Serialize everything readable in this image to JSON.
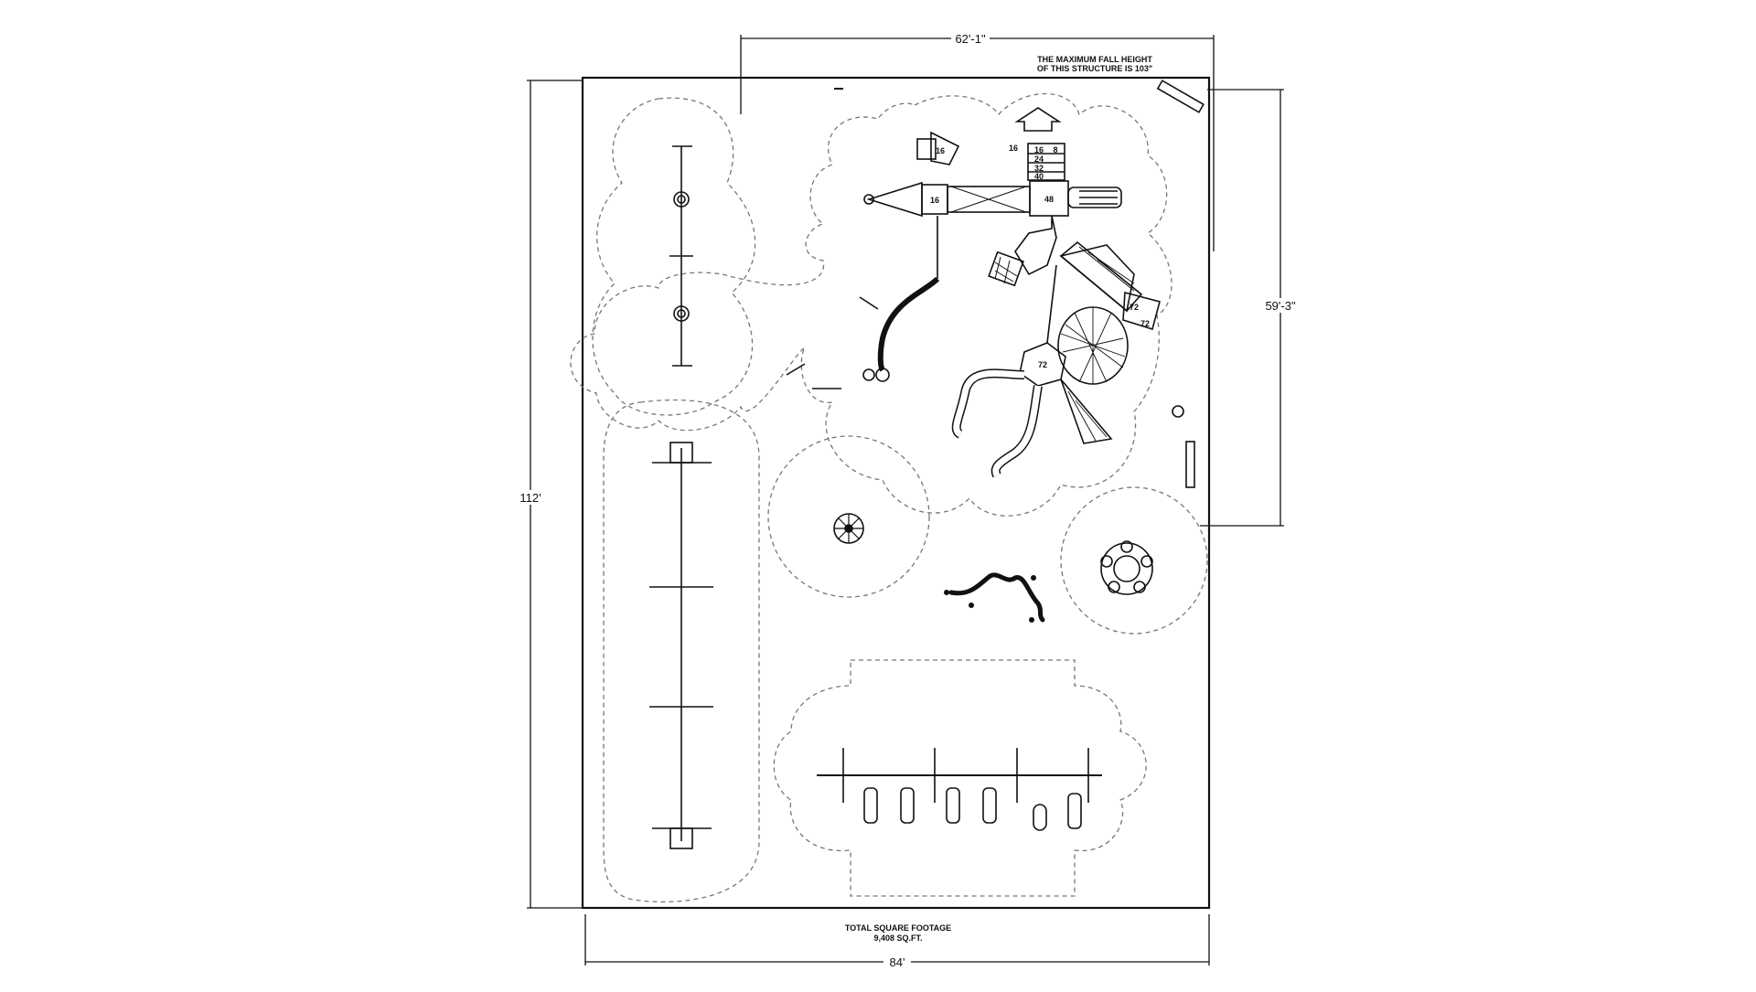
{
  "drawing": {
    "dimensions": {
      "top_width": "62'-1\"",
      "right_height": "59'-3\"",
      "left_height": "112'",
      "bottom_width": "84'"
    },
    "fall_height_note": {
      "line1": "THE MAXIMUM FALL HEIGHT",
      "line2": "OF THIS STRUCTURE IS 103\""
    },
    "footage_note": {
      "line1": "TOTAL SQUARE FOOTAGE",
      "line2": "9,408 SQ.FT."
    },
    "deck_heights": [
      "16",
      "16",
      "16",
      "16",
      "8",
      "24",
      "32",
      "40",
      "48",
      "72",
      "72",
      "72"
    ],
    "colors": {
      "line": "#111111",
      "zone_dash": "#777777",
      "paper": "#ffffff"
    }
  }
}
